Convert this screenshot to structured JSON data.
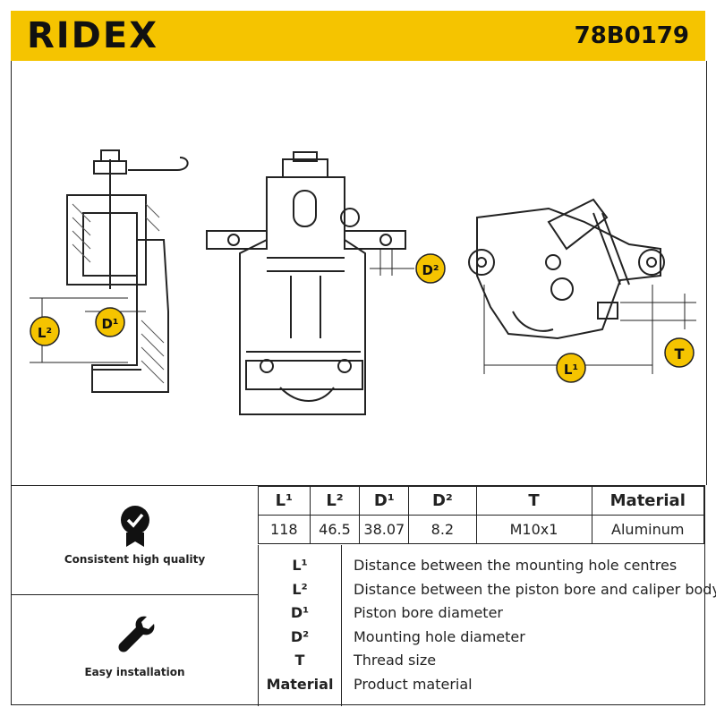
{
  "header": {
    "brand": "RIDEX",
    "part_number": "78B0179",
    "brand_color": "#f5c400"
  },
  "drawing": {
    "markers": [
      "L²",
      "D¹",
      "D²",
      "L¹",
      "T"
    ]
  },
  "features": [
    {
      "label": "Consistent high quality",
      "icon": "quality-badge-icon"
    },
    {
      "label": "Easy installation",
      "icon": "wrench-icon"
    }
  ],
  "spec_table": {
    "headers": [
      "L¹",
      "L²",
      "D¹",
      "D²",
      "T",
      "Material"
    ],
    "values": [
      "118",
      "46.5",
      "38.07",
      "8.2",
      "M10x1",
      "Aluminum"
    ]
  },
  "legend": [
    {
      "key": "L¹",
      "description": "Distance between the mounting hole centres"
    },
    {
      "key": "L²",
      "description": "Distance between the piston bore and caliper body"
    },
    {
      "key": "D¹",
      "description": "Piston bore diameter"
    },
    {
      "key": "D²",
      "description": "Mounting hole diameter"
    },
    {
      "key": "T",
      "description": "Thread size"
    },
    {
      "key": "Material",
      "description": "Product material"
    }
  ]
}
